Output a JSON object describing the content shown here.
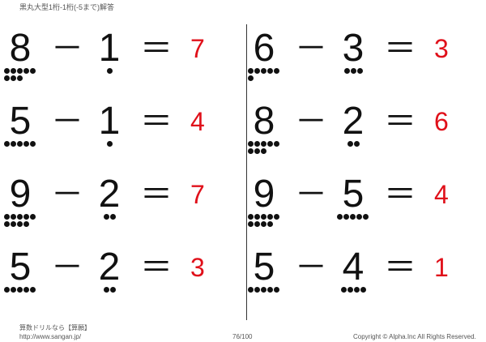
{
  "title": "黒丸大型1桁-1桁(-5まで)解答",
  "minus": "－",
  "equals": "＝",
  "problems": [
    {
      "a": "8",
      "b": "1",
      "answer": "7",
      "a_dots": 8,
      "b_dots": 1
    },
    {
      "a": "5",
      "b": "1",
      "answer": "4",
      "a_dots": 5,
      "b_dots": 1
    },
    {
      "a": "9",
      "b": "2",
      "answer": "7",
      "a_dots": 9,
      "b_dots": 2
    },
    {
      "a": "5",
      "b": "2",
      "answer": "3",
      "a_dots": 5,
      "b_dots": 2
    },
    {
      "a": "6",
      "b": "3",
      "answer": "3",
      "a_dots": 6,
      "b_dots": 3
    },
    {
      "a": "8",
      "b": "2",
      "answer": "6",
      "a_dots": 8,
      "b_dots": 2
    },
    {
      "a": "9",
      "b": "5",
      "answer": "4",
      "a_dots": 9,
      "b_dots": 5
    },
    {
      "a": "5",
      "b": "4",
      "answer": "1",
      "a_dots": 5,
      "b_dots": 4
    }
  ],
  "footer": {
    "site_name": "算数ドリルなら【算願】",
    "url": "http://www.sangan.jp/",
    "page": "76/100",
    "copyright": "Copyright © Alpha.Inc All Rights Reserved."
  },
  "colors": {
    "answer": "#e0101a"
  }
}
